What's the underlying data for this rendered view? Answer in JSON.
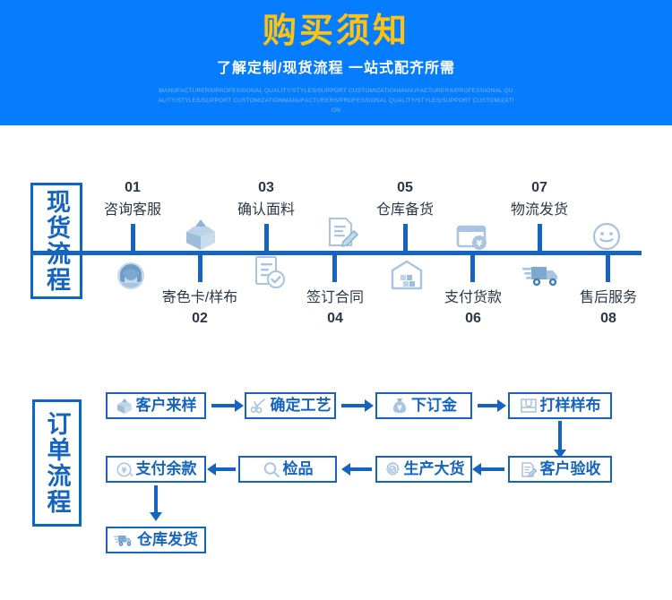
{
  "banner": {
    "title": "购买须知",
    "subtitle": "了解定制/现货流程 一站式配齐所需",
    "english": "MANUFACTURERS/PROFESSIONAL QUALITY/STYLES/SUPPORT CUSTOMIZATIONMANUFACTURERS/PROFESSIONAL QUALITY/STYLES/SUPPORT CUSTOMIZATIONMANUFACTURERS/PROFESSIONAL QUALITY/STYLES/SUPPORT CUSTOMIZATION",
    "bg_color": "#067CFF",
    "title_color": "#FFC20E"
  },
  "stock_section": {
    "label": "现货流程",
    "steps": [
      {
        "number": "01",
        "caption": "咨询客服",
        "icon": "headset-support-icon",
        "position": "above"
      },
      {
        "number": "02",
        "caption": "寄色卡/样布",
        "icon": "open-box-icon",
        "position": "below"
      },
      {
        "number": "03",
        "caption": "确认面料",
        "icon": "document-check-icon",
        "position": "above"
      },
      {
        "number": "04",
        "caption": "签订合同",
        "icon": "contract-pen-icon",
        "position": "below"
      },
      {
        "number": "05",
        "caption": "仓库备货",
        "icon": "warehouse-icon",
        "position": "above"
      },
      {
        "number": "06",
        "caption": "支付货款",
        "icon": "payment-card-icon",
        "position": "below"
      },
      {
        "number": "07",
        "caption": "物流发货",
        "icon": "delivery-truck-icon",
        "position": "above"
      },
      {
        "number": "08",
        "caption": "售后服务",
        "icon": "smiley-face-icon",
        "position": "below"
      }
    ]
  },
  "order_section": {
    "label": "订单流程",
    "steps": [
      {
        "id": "customer-sample",
        "text": "客户来样",
        "icon": "open-box-icon"
      },
      {
        "id": "confirm-craft",
        "text": "确定工艺",
        "icon": "scissors-icon"
      },
      {
        "id": "deposit",
        "text": "下订金",
        "icon": "money-bag-icon"
      },
      {
        "id": "sample-cloth",
        "text": "打样样布",
        "icon": "fabric-swatch-icon"
      },
      {
        "id": "customer-accept",
        "text": "客户验收",
        "icon": "contract-pen-icon"
      },
      {
        "id": "bulk-production",
        "text": "生产大货",
        "icon": "gear-check-icon"
      },
      {
        "id": "inspection",
        "text": "检品",
        "icon": "magnifier-icon"
      },
      {
        "id": "pay-balance",
        "text": "支付余款",
        "icon": "yuan-refund-icon"
      },
      {
        "id": "warehouse-ship",
        "text": "仓库发货",
        "icon": "delivery-truck-icon"
      }
    ]
  },
  "colors": {
    "primary_blue": "#1565C0",
    "banner_blue": "#067CFF",
    "icon_blue": "#A8C4E0",
    "number_navy": "#2B3648"
  }
}
